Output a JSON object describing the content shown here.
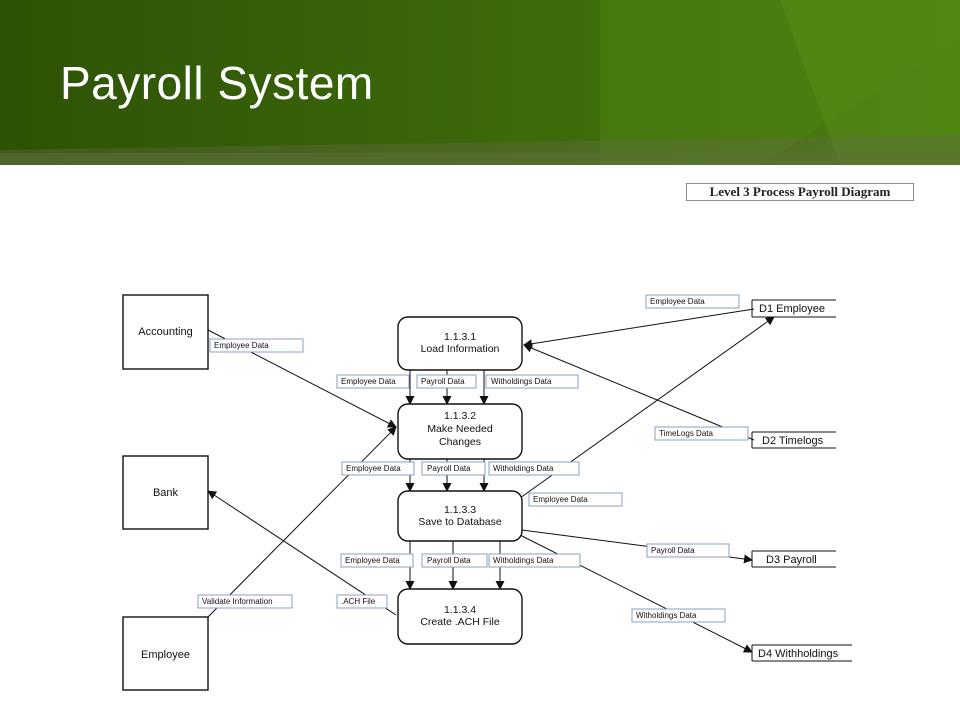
{
  "slide": {
    "title": "Payroll System"
  },
  "diagram": {
    "heading": "Level 3 Process Payroll Diagram",
    "entities": {
      "accounting": "Accounting",
      "bank": "Bank",
      "employee": "Employee"
    },
    "processes": {
      "p1": {
        "id": "1.1.3.1",
        "name": "Load Information"
      },
      "p2": {
        "id": "1.1.3.2",
        "line1": "Make Needed",
        "line2": "Changes"
      },
      "p3": {
        "id": "1.1.3.3",
        "name": "Save to Database"
      },
      "p4": {
        "id": "1.1.3.4",
        "name": "Create .ACH File"
      }
    },
    "stores": {
      "d1": "D1 Employee",
      "d2": "D2 Timelogs",
      "d3": "D3 Payroll",
      "d4": "D4 Withholdings"
    },
    "flows": {
      "accounting_employee_data": "Employee Data",
      "d1_employee_data": "Employee Data",
      "d2_timelogs_data": "TimeLogs Data",
      "p1p2_employee": "Employee Data",
      "p1p2_payroll": "Payroll Data",
      "p1p2_withholdings": "Witholdings Data",
      "p2p3_employee": "Employee Data",
      "p2p3_payroll": "Payroll Data",
      "p2p3_withholdings": "Witholdings Data",
      "p3d1_employee": "Employee Data",
      "p3d3_payroll": "Payroll Data",
      "p3d4_withholdings": "Witholdings Data",
      "p3p4_employee": "Employee Data",
      "p3p4_payroll": "Payroll Data",
      "p3p4_withholdings": "Witholdings Data",
      "validate_information": "Validate Information",
      "ach_file": ".ACH File"
    }
  }
}
